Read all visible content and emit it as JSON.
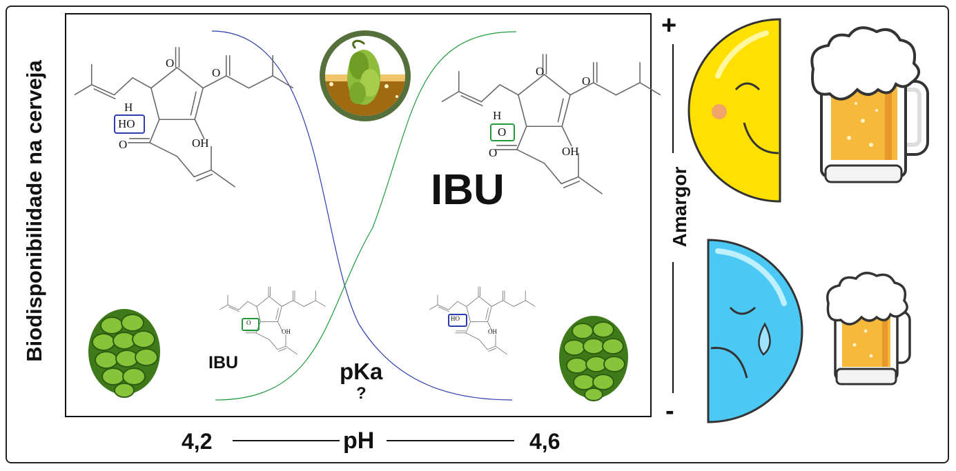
{
  "diagram": {
    "y_axis_label": "Biodisponibilidade na cerveja",
    "x_left_value": "4,2",
    "x_right_value": "4,6",
    "x_label": "pH",
    "ibu_large": "IBU",
    "ibu_small": "IBU",
    "pka_label": "pKa",
    "pka_question": "?",
    "side_label": "Amargor",
    "plus_sign": "+",
    "minus_sign": "-",
    "molecule_labels": {
      "H": "H",
      "HO": "HO",
      "O_minus": "O",
      "OH": "OH",
      "O": "O"
    },
    "colors": {
      "blue_curve": "#2b3cb0",
      "green_curve": "#1f9a3a",
      "happy_face": "#ffe000",
      "sad_face": "#4cc8f5",
      "beer": "#f6b93b",
      "hop": "#6cae2a"
    }
  }
}
